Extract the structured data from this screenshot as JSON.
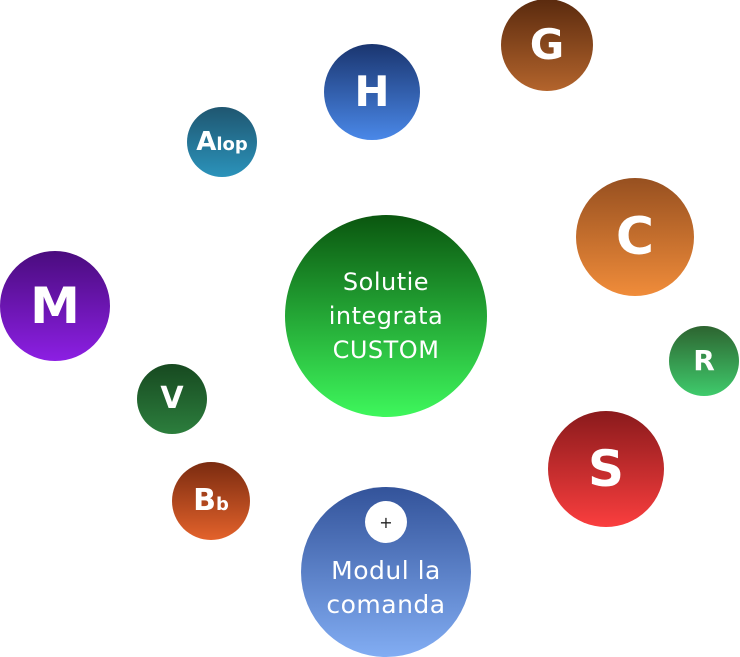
{
  "nodes": {
    "g": {
      "label": "G",
      "top": "#5a2a0e",
      "bottom": "#b3642c"
    },
    "h": {
      "label": "H",
      "top": "#1a356f",
      "bottom": "#4a88e8"
    },
    "alop": {
      "label": "A",
      "sub": "lop",
      "top": "#1f5670",
      "bottom": "#2b93bb"
    },
    "c": {
      "label": "C",
      "top": "#975020",
      "bottom": "#f08c3a"
    },
    "m": {
      "label": "M",
      "top": "#4a0c7e",
      "bottom": "#8c1fe3"
    },
    "r": {
      "label": "R",
      "top": "#2d6430",
      "bottom": "#3fcb6c"
    },
    "v": {
      "label": "V",
      "top": "#174920",
      "bottom": "#2c7e3d"
    },
    "s": {
      "label": "S",
      "top": "#8a1a1c",
      "bottom": "#fa3e3e"
    },
    "b": {
      "label": "B",
      "sub": "b",
      "top": "#7a2b10",
      "bottom": "#e3622b"
    }
  },
  "center": {
    "line1": "Solutie",
    "line2": "integrata",
    "line3": "CUSTOM",
    "top": "#0a560f",
    "bottom": "#3ef75c"
  },
  "custom": {
    "line1": "Modul la",
    "line2": "comanda",
    "plus": "+",
    "top": "#33539a",
    "bottom": "#82adf3"
  }
}
